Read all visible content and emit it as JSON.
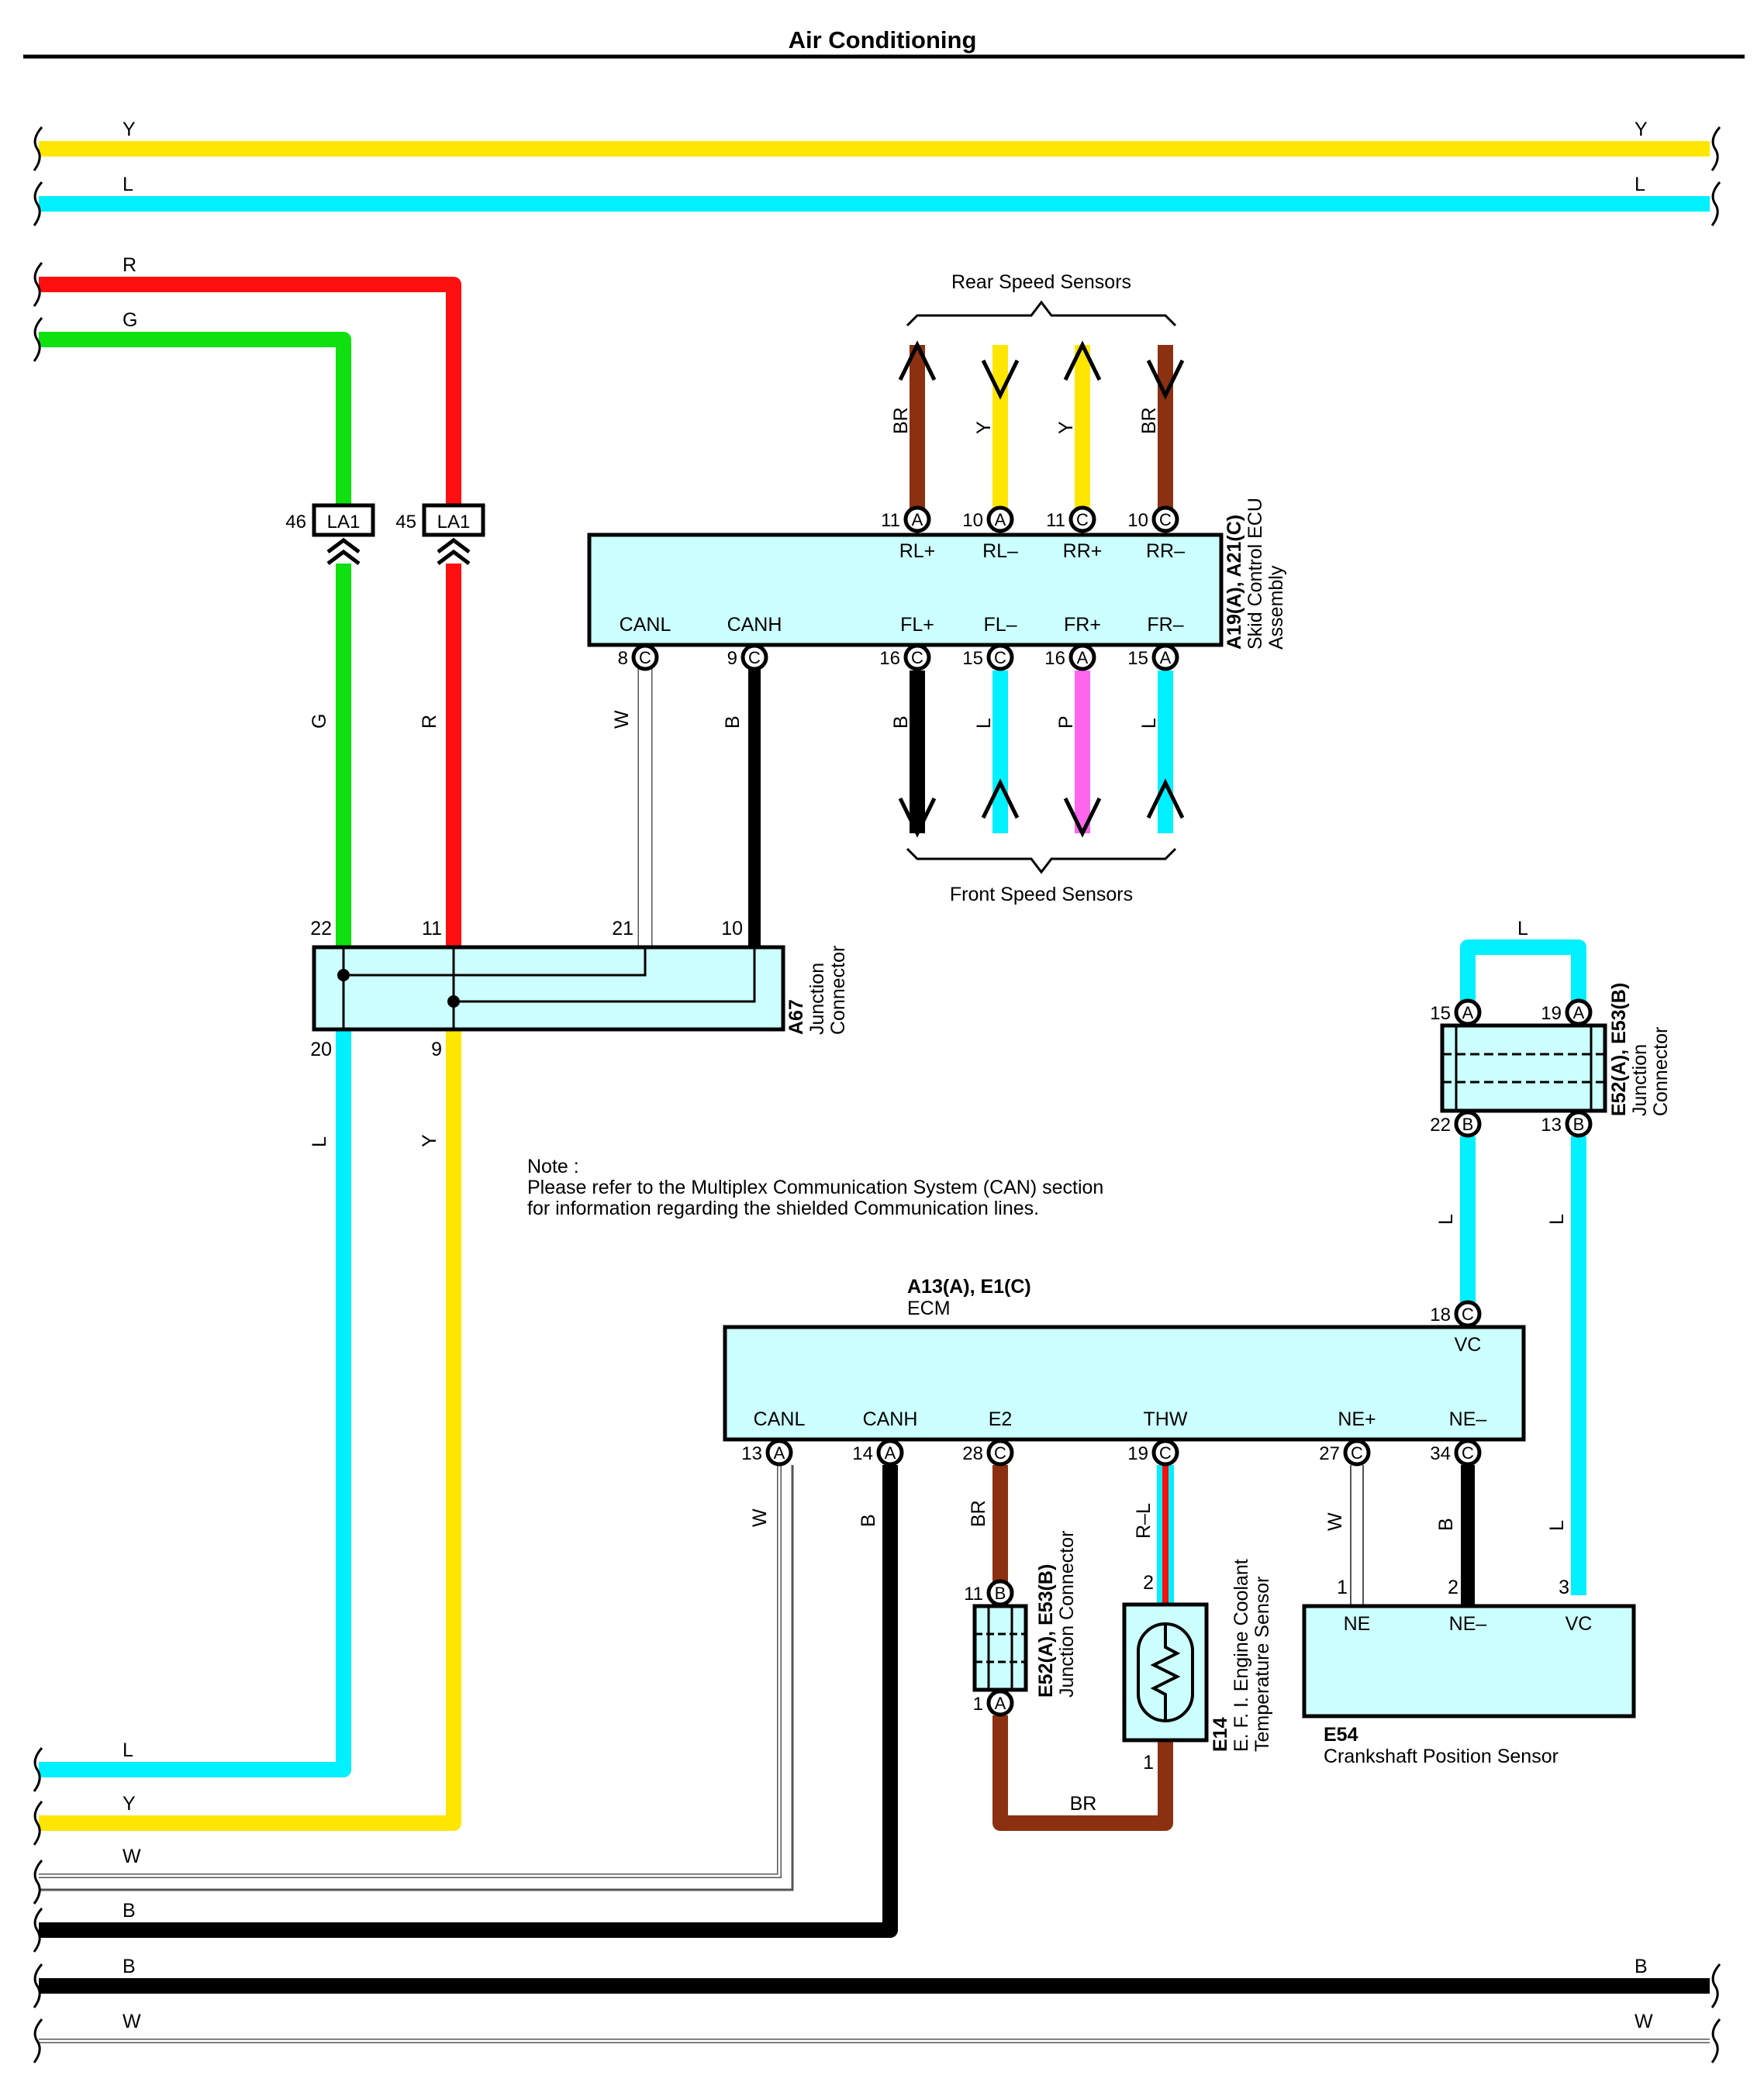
{
  "title": "Air Conditioning",
  "colors": {
    "Y": "#ffe600",
    "L": "#00f0ff",
    "R": "#ff1010",
    "G": "#10e010",
    "B": "#000000",
    "W": "#d8d8d8",
    "BR": "#8b3010",
    "P": "#ff66ee",
    "box_fill": "#ccffff"
  },
  "wire_codes": {
    "Y": "Y",
    "L": "L",
    "R": "R",
    "G": "G",
    "B": "B",
    "W": "W",
    "BR": "BR",
    "P": "P",
    "RL": "R–L"
  },
  "la1": {
    "name": "LA1",
    "pins": [
      "46",
      "45"
    ]
  },
  "skid_ecu": {
    "name": "A19(A), A21(C)",
    "desc1": "Skid Control ECU",
    "desc2": "Assembly",
    "top_terms": [
      {
        "pin": "11",
        "conn": "A",
        "label": "RL+"
      },
      {
        "pin": "10",
        "conn": "A",
        "label": "RL–"
      },
      {
        "pin": "11",
        "conn": "C",
        "label": "RR+"
      },
      {
        "pin": "10",
        "conn": "C",
        "label": "RR–"
      }
    ],
    "bottom_terms": [
      {
        "pin": "8",
        "conn": "C",
        "label": "CANL"
      },
      {
        "pin": "9",
        "conn": "C",
        "label": "CANH"
      },
      {
        "pin": "16",
        "conn": "C",
        "label": "FL+"
      },
      {
        "pin": "15",
        "conn": "C",
        "label": "FL–"
      },
      {
        "pin": "16",
        "conn": "A",
        "label": "FR+"
      },
      {
        "pin": "15",
        "conn": "A",
        "label": "FR–"
      }
    ]
  },
  "rear_speed_sensors": "Rear Speed Sensors",
  "front_speed_sensors": "Front Speed Sensors",
  "a67": {
    "name": "A67",
    "desc1": "Junction",
    "desc2": "Connector",
    "pins_top": [
      "22",
      "11",
      "21",
      "10"
    ],
    "pins_bottom": [
      "20",
      "9"
    ]
  },
  "note": {
    "line1": "Note :",
    "line2": "Please refer to the Multiplex Communication System (CAN) section",
    "line3": "for information regarding the shielded Communication lines."
  },
  "ecm": {
    "name": "A13(A), E1(C)",
    "desc": "ECM",
    "vc": {
      "pin": "18",
      "conn": "C",
      "label": "VC"
    },
    "terms": [
      {
        "pin": "13",
        "conn": "A",
        "label": "CANL"
      },
      {
        "pin": "14",
        "conn": "A",
        "label": "CANH"
      },
      {
        "pin": "28",
        "conn": "C",
        "label": "E2"
      },
      {
        "pin": "19",
        "conn": "C",
        "label": "THW"
      },
      {
        "pin": "27",
        "conn": "C",
        "label": "NE+"
      },
      {
        "pin": "34",
        "conn": "C",
        "label": "NE–"
      }
    ]
  },
  "jc_right": {
    "name": "E52(A), E53(B)",
    "desc1": "Junction",
    "desc2": "Connector",
    "top": [
      {
        "pin": "15",
        "conn": "A"
      },
      {
        "pin": "19",
        "conn": "A"
      }
    ],
    "bottom": [
      {
        "pin": "22",
        "conn": "B"
      },
      {
        "pin": "13",
        "conn": "B"
      }
    ]
  },
  "jc_small": {
    "name": "E52(A), E53(B)",
    "desc": "Junction Connector",
    "top": {
      "pin": "11",
      "conn": "B"
    },
    "bottom": {
      "pin": "1",
      "conn": "A"
    }
  },
  "e14": {
    "name": "E14",
    "desc1": "E. F. I. Engine Coolant",
    "desc2": "Temperature Sensor",
    "pins": [
      "2",
      "1"
    ]
  },
  "e54": {
    "name": "E54",
    "desc": "Crankshaft Position Sensor",
    "pins": [
      "1",
      "2",
      "3"
    ],
    "labels": [
      "NE",
      "NE–",
      "VC"
    ]
  }
}
